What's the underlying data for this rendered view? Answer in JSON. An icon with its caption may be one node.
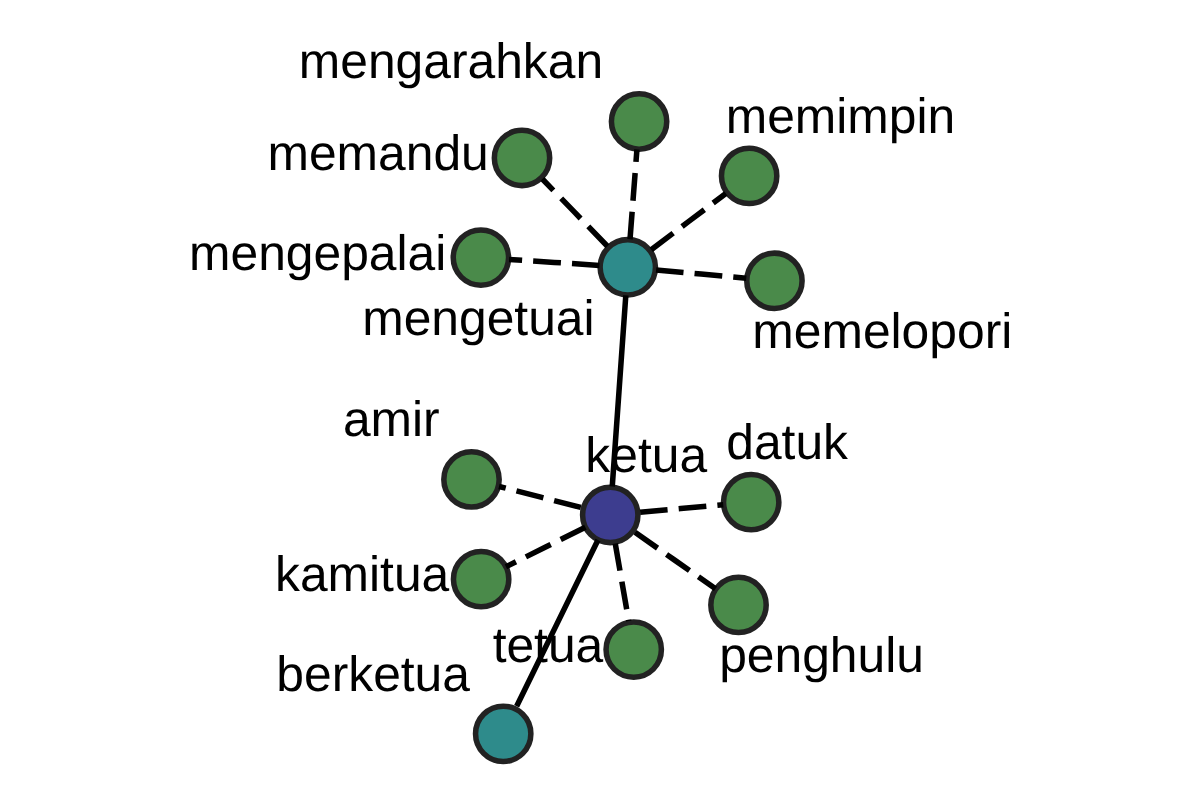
{
  "diagram": {
    "nodes": [
      {
        "text": [],
        "shape": "circle",
        "beside": [
          "ketua"
        ]
      },
      {
        "text": [],
        "shape": "circle",
        "beside": [
          "mengetuai"
        ]
      },
      {
        "text": [],
        "shape": "circle",
        "beside": [
          "berketua"
        ]
      },
      {
        "text": [],
        "shape": "circle",
        "beside": [
          "mengarahkan"
        ]
      },
      {
        "text": [],
        "shape": "circle",
        "beside": [
          "memimpin"
        ]
      },
      {
        "text": [],
        "shape": "circle",
        "beside": [
          "memandu"
        ]
      },
      {
        "text": [],
        "shape": "circle",
        "beside": [
          "mengepalai"
        ]
      },
      {
        "text": [],
        "shape": "circle",
        "beside": [
          "memelopori"
        ]
      },
      {
        "text": [],
        "shape": "circle",
        "beside": [
          "kamitua"
        ]
      },
      {
        "text": [],
        "shape": "circle",
        "beside": [
          "penghulu"
        ]
      },
      {
        "text": [],
        "shape": "circle",
        "beside": [
          "tetua"
        ]
      },
      {
        "text": [],
        "shape": "circle",
        "beside": [
          "amir"
        ]
      },
      {
        "text": [],
        "shape": "circle",
        "beside": [
          "datuk"
        ]
      }
    ],
    "edges": [
      {
        "from": 0,
        "to": 1,
        "arrow": "none"
      },
      {
        "from": 0,
        "to": 2,
        "arrow": "none"
      },
      {
        "from": 1,
        "to": 3,
        "arrow": "none",
        "style": "dashed"
      },
      {
        "from": 1,
        "to": 4,
        "arrow": "none",
        "style": "dashed"
      },
      {
        "from": 1,
        "to": 5,
        "arrow": "none",
        "style": "dashed"
      },
      {
        "from": 1,
        "to": 6,
        "arrow": "none",
        "style": "dashed"
      },
      {
        "from": 1,
        "to": 7,
        "arrow": "none",
        "style": "dashed"
      },
      {
        "from": 0,
        "to": 8,
        "arrow": "none",
        "style": "dashed"
      },
      {
        "from": 0,
        "to": 9,
        "arrow": "none",
        "style": "dashed"
      },
      {
        "from": 0,
        "to": 10,
        "arrow": "none",
        "style": "dashed"
      },
      {
        "from": 0,
        "to": 11,
        "arrow": "none",
        "style": "dashed"
      },
      {
        "from": 0,
        "to": 12,
        "arrow": "none",
        "style": "dashed"
      }
    ]
  }
}
